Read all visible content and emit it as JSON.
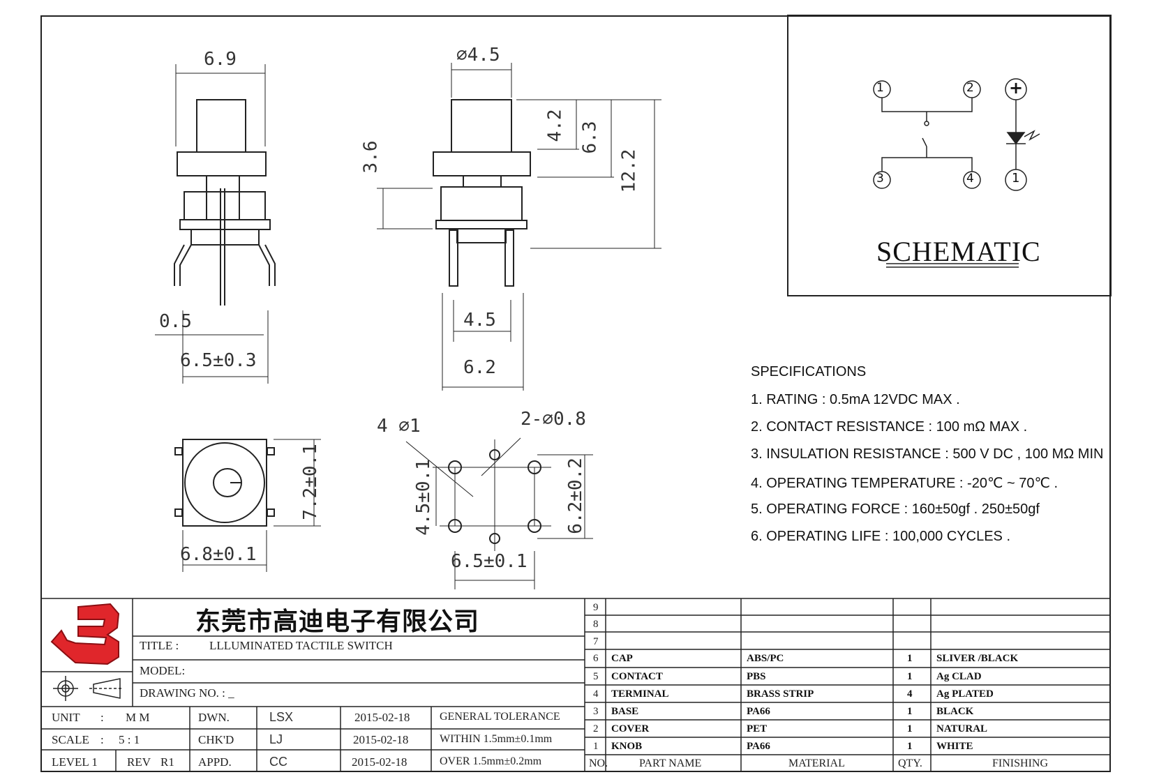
{
  "dimensions": {
    "front_width": "6.9",
    "lead_width": "0.5",
    "pin_span": "6.5±0.3",
    "diameter": "⌀4.5",
    "body_height": "3.6",
    "cap_height": "4.2",
    "cap_total": "6.3",
    "total_height": "12.2",
    "side_pin_span": "4.5",
    "side_width": "6.2",
    "top_height": "7.2±0.1",
    "top_width": "6.8±0.1",
    "hole_big": "4 ⌀1",
    "hole_small": "2-⌀0.8",
    "pcb_height": "4.5±0.1",
    "pcb_height2": "6.2±0.2",
    "pcb_width": "6.5±0.1"
  },
  "schematic": {
    "title": "SCHEMATIC",
    "pins": [
      "1",
      "2",
      "3",
      "4"
    ],
    "led_plus": "+",
    "led_minus": "1"
  },
  "specifications": {
    "heading": "SPECIFICATIONS",
    "items": [
      "1. RATING : 0.5mA 12VDC MAX .",
      "2. CONTACT RESISTANCE : 100 mΩ MAX .",
      "3. INSULATION RESISTANCE : 500 V DC , 100 MΩ MIN",
      "4. OPERATING TEMPERATURE : -20℃ ~ 70℃ .",
      "5. OPERATING FORCE : 160±50gf . 250±50gf",
      "6. OPERATING LIFE : 100,000 CYCLES ."
    ]
  },
  "title_block": {
    "company": "东莞市高迪电子有限公司",
    "title_label": "TITLE :",
    "title_value": "LLLUMINATED TACTILE SWITCH",
    "model_label": "MODEL:",
    "drawing_label": "DRAWING NO. : _",
    "unit_label": "UNIT",
    "unit_sep": ":",
    "unit_value": "M M",
    "scale_label": "SCALE",
    "scale_sep": ":",
    "scale_value": "5 : 1",
    "level_label": "LEVEL 1",
    "rev_label": "REV",
    "rev_value": "R1",
    "dwn_label": "DWN.",
    "chkd_label": "CHK'D",
    "appd_label": "APPD.",
    "dwn_name": "LSX",
    "chkd_name": "LJ",
    "appd_name": "CC",
    "dwn_date": "2015-02-18",
    "chkd_date": "2015-02-18",
    "appd_date": "2015-02-18",
    "tol_label": "GENERAL TOLERANCE",
    "tol_within": "WITHIN 1.5mm±0.1mm",
    "tol_over": "OVER   1.5mm±0.2mm"
  },
  "parts_table": {
    "headers": {
      "no": "NO.",
      "name": "PART  NAME",
      "material": "MATERIAL",
      "qty": "QTY.",
      "finishing": "FINISHING"
    },
    "rows": [
      {
        "no": "9",
        "name": "",
        "material": "",
        "qty": "",
        "finishing": ""
      },
      {
        "no": "8",
        "name": "",
        "material": "",
        "qty": "",
        "finishing": ""
      },
      {
        "no": "7",
        "name": "",
        "material": "",
        "qty": "",
        "finishing": ""
      },
      {
        "no": "6",
        "name": "CAP",
        "material": "ABS/PC",
        "qty": "1",
        "finishing": "SLIVER /BLACK"
      },
      {
        "no": "5",
        "name": "CONTACT",
        "material": "PBS",
        "qty": "1",
        "finishing": "Ag CLAD"
      },
      {
        "no": "4",
        "name": "TERMINAL",
        "material": "BRASS STRIP",
        "qty": "4",
        "finishing": "Ag PLATED"
      },
      {
        "no": "3",
        "name": "BASE",
        "material": "PA66",
        "qty": "1",
        "finishing": "BLACK"
      },
      {
        "no": "2",
        "name": "COVER",
        "material": "PET",
        "qty": "1",
        "finishing": "NATURAL"
      },
      {
        "no": "1",
        "name": "KNOB",
        "material": "PA66",
        "qty": "1",
        "finishing": "WHITE"
      }
    ]
  }
}
